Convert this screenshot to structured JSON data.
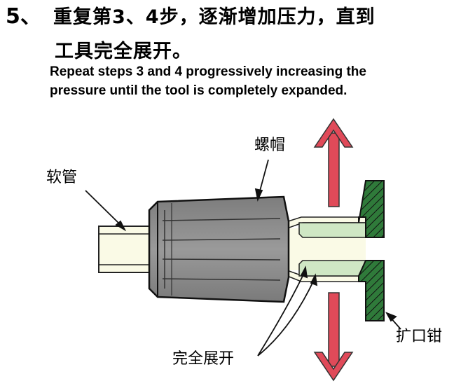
{
  "step": {
    "number": "5",
    "separator": "、",
    "title_zh_line1": "重复第3、4步，逐渐增加压力，直到",
    "title_zh_line2": "工具完全展开。",
    "title_en_line1": "Repeat steps 3 and 4 progressively increasing the",
    "title_en_line2": "pressure until the tool is completely expanded."
  },
  "diagram": {
    "labels": {
      "hose": "软管",
      "nut": "螺帽",
      "fully_expanded": "完全展开",
      "expander_pliers": "扩口钳"
    },
    "colors": {
      "arrow": "#e04a59",
      "nut_body": "#8a8a8a",
      "tube": "#fafae6",
      "expanded_section": "#cfe7c4",
      "pliers": "#2f7a3a"
    },
    "icons": [
      "arrow-up-icon",
      "arrow-down-icon"
    ]
  }
}
